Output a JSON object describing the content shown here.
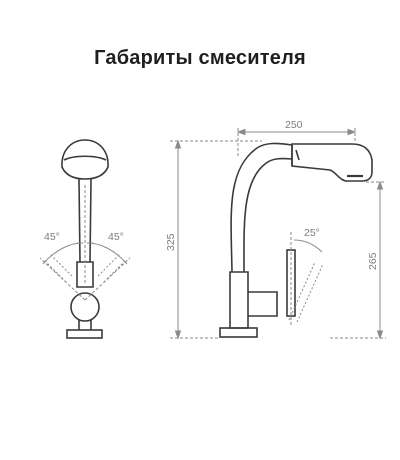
{
  "title": "Габариты смесителя",
  "dimensions": {
    "left_angle": "45°",
    "right_angle": "45°",
    "spout_width": "250",
    "total_height": "325",
    "spout_height": "265",
    "lever_angle": "25°"
  },
  "colors": {
    "outline": "#3a3a3a",
    "dimension": "#8a8a8a",
    "title": "#1f1f1f"
  }
}
